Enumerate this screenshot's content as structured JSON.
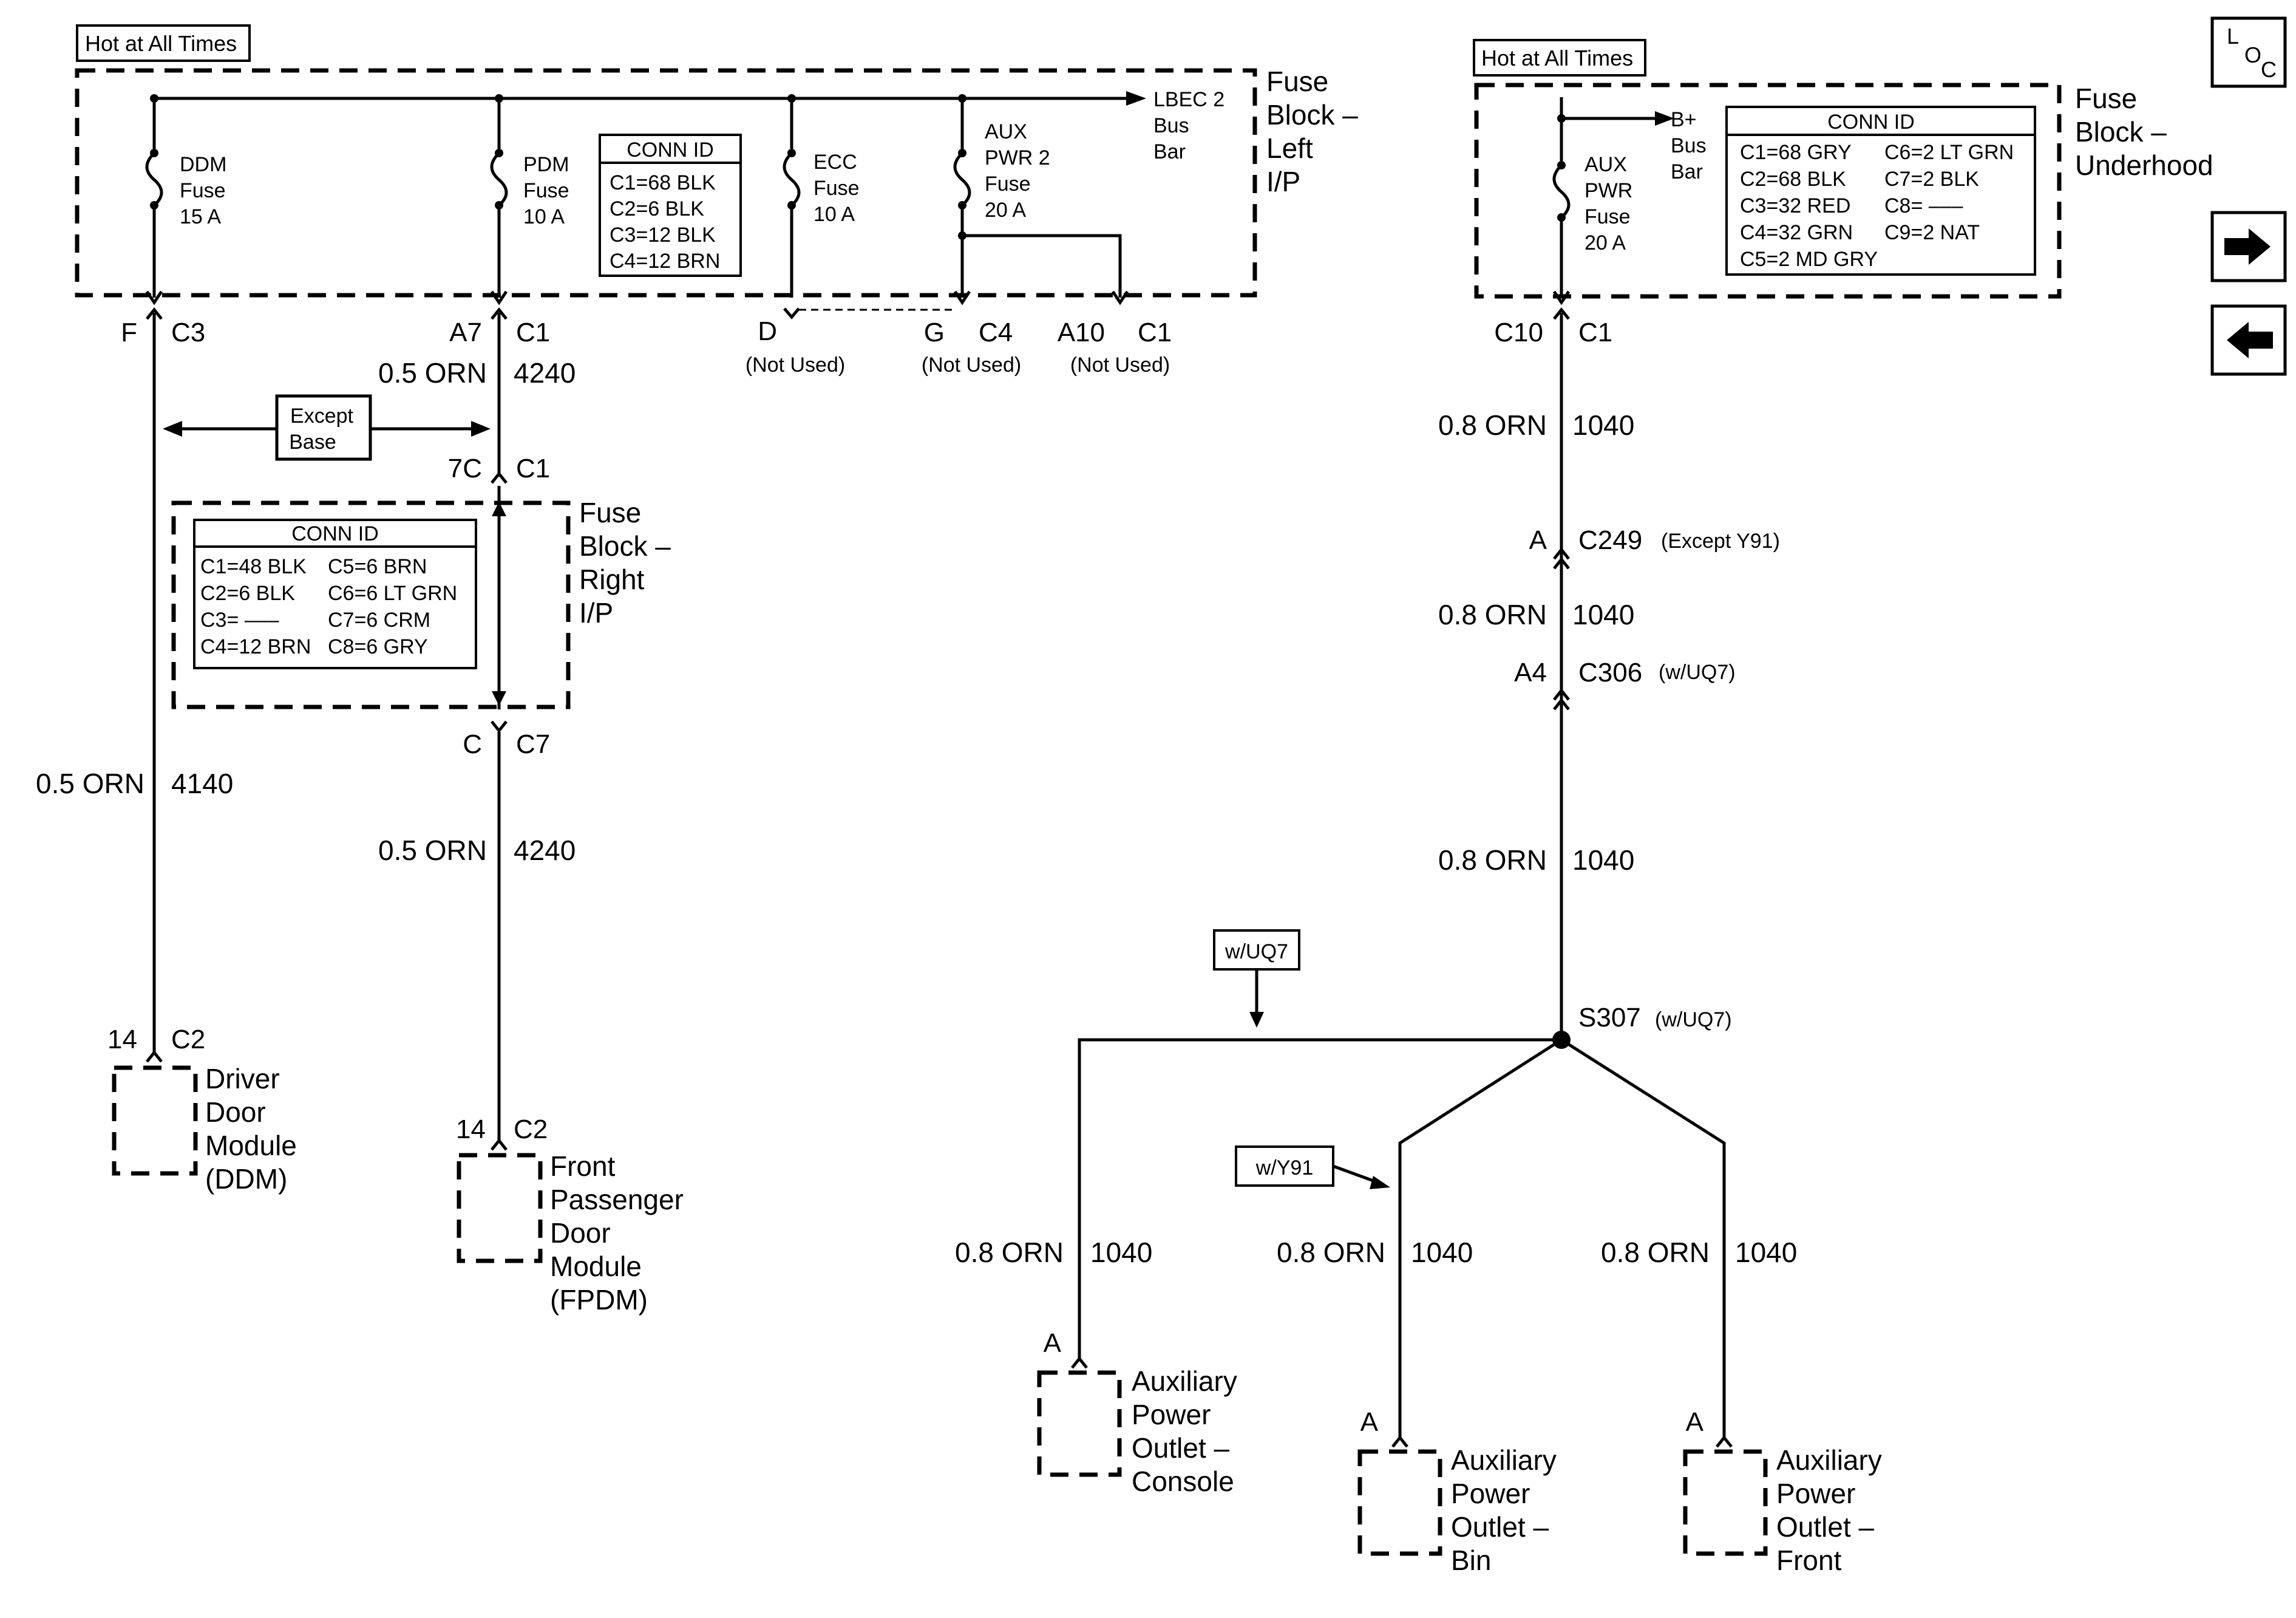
{
  "nav": {
    "loc_letters": [
      "L",
      "O",
      "C"
    ],
    "forward_icon": "right-arrow-icon",
    "back_icon": "left-arrow-icon"
  },
  "left": {
    "hot_label": "Hot at All Times",
    "fuse_block": [
      "Fuse",
      "Block –",
      "Left",
      "I/P"
    ],
    "fuses": {
      "ddm": [
        "DDM",
        "Fuse",
        "15 A"
      ],
      "pdm": [
        "PDM",
        "Fuse",
        "10 A"
      ],
      "ecc": [
        "ECC",
        "Fuse",
        "10 A"
      ],
      "aux": [
        "AUX",
        "PWR 2",
        "Fuse",
        "20 A"
      ]
    },
    "bus_bar": [
      "LBEC 2",
      "Bus",
      "Bar"
    ],
    "conn_id": {
      "title": "CONN ID",
      "rows": [
        "C1=68 BLK",
        "C2=6 BLK",
        "C3=12 BLK",
        "C4=12 BRN"
      ]
    },
    "connectors": {
      "f_pin": "F",
      "f_conn": "C3",
      "a7_pin": "A7",
      "a7_conn": "C1",
      "d_pin": "D",
      "g_pin": "G",
      "g_conn": "C4",
      "a10_pin": "A10",
      "a10_conn": "C1",
      "not_used": "(Not Used)"
    },
    "wire_4240": {
      "gauge": "0.5 ORN",
      "circuit": "4240"
    },
    "wire_4140": {
      "gauge": "0.5 ORN",
      "circuit": "4140"
    },
    "except_base": [
      "Except",
      "Base"
    ],
    "c1_7c": {
      "pin": "7C",
      "conn": "C1"
    },
    "c7": {
      "pin": "C",
      "conn": "C7"
    },
    "right_ip": {
      "label": [
        "Fuse",
        "Block –",
        "Right",
        "I/P"
      ],
      "conn_title": "CONN ID",
      "conn_rows": [
        [
          "C1=48 BLK",
          "C5=6 BRN"
        ],
        [
          "C2=6 BLK",
          "C6=6 LT GRN"
        ],
        [
          "C3= –––",
          "C7=6 CRM"
        ],
        [
          "C4=12 BRN",
          "C8=6 GRY"
        ]
      ]
    },
    "ddm_module": {
      "pin": "14",
      "conn": "C2",
      "label": [
        "Driver",
        "Door",
        "Module",
        "(DDM)"
      ]
    },
    "fpdm_module": {
      "pin": "14",
      "conn": "C2",
      "label": [
        "Front",
        "Passenger",
        "Door",
        "Module",
        "(FPDM)"
      ]
    }
  },
  "right": {
    "hot_label": "Hot at All Times",
    "fuse_block": [
      "Fuse",
      "Block –",
      "Underhood"
    ],
    "fuse": [
      "AUX",
      "PWR",
      "Fuse",
      "20 A"
    ],
    "bus_bar": [
      "B+",
      "Bus",
      "Bar"
    ],
    "conn_id": {
      "title": "CONN ID",
      "rows": [
        [
          "C1=68  GRY",
          "C6=2 LT GRN"
        ],
        [
          "C2=68 BLK",
          "C7=2 BLK"
        ],
        [
          "C3=32 RED",
          "C8= –––"
        ],
        [
          "C4=32 GRN",
          "C9=2 NAT"
        ],
        [
          "C5=2 MD GRY",
          ""
        ]
      ]
    },
    "c10": {
      "pin": "C10",
      "conn": "C1"
    },
    "wire": {
      "gauge": "0.8 ORN",
      "circuit": "1040"
    },
    "c249": {
      "pin": "A",
      "conn": "C249",
      "note": "(Except Y91)"
    },
    "c306": {
      "pin": "A4",
      "conn": "C306",
      "note": "(w/UQ7)"
    },
    "splice": {
      "id": "S307",
      "note": "(w/UQ7)"
    },
    "option_uq7": "w/UQ7",
    "option_y91": "w/Y91",
    "outlets": {
      "console": {
        "pin": "A",
        "label": [
          "Auxiliary",
          "Power",
          "Outlet –",
          "Console"
        ]
      },
      "bin": {
        "pin": "A",
        "label": [
          "Auxiliary",
          "Power",
          "Outlet –",
          "Bin"
        ]
      },
      "front": {
        "pin": "A",
        "label": [
          "Auxiliary",
          "Power",
          "Outlet –",
          "Front"
        ]
      }
    }
  }
}
